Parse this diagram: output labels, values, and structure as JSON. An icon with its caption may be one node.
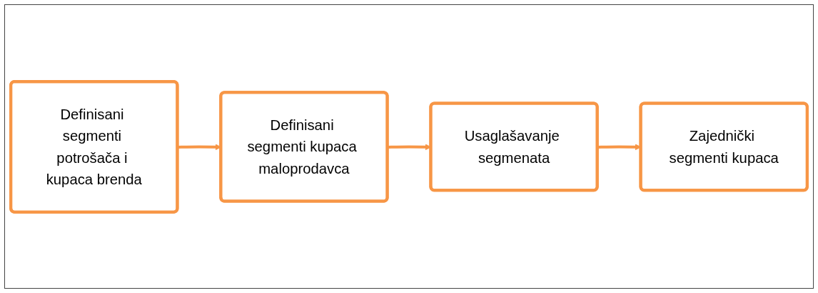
{
  "diagram": {
    "nodes": [
      {
        "text": [
          "Definisani segmenti potrošača i kupaca brenda"
        ]
      },
      {
        "text": [
          "Definisani segmenti kupaca maloprodavca"
        ]
      },
      {
        "text": [
          "Usaglašavanje segmenata"
        ]
      },
      {
        "text": [
          "Zajednički segmenti kupaca"
        ]
      }
    ],
    "edges": [
      {
        "from": 0,
        "to": 1,
        "arrow": "to"
      },
      {
        "from": 1,
        "to": 2,
        "arrow": "to"
      },
      {
        "from": 2,
        "to": 3,
        "arrow": "to"
      }
    ]
  }
}
